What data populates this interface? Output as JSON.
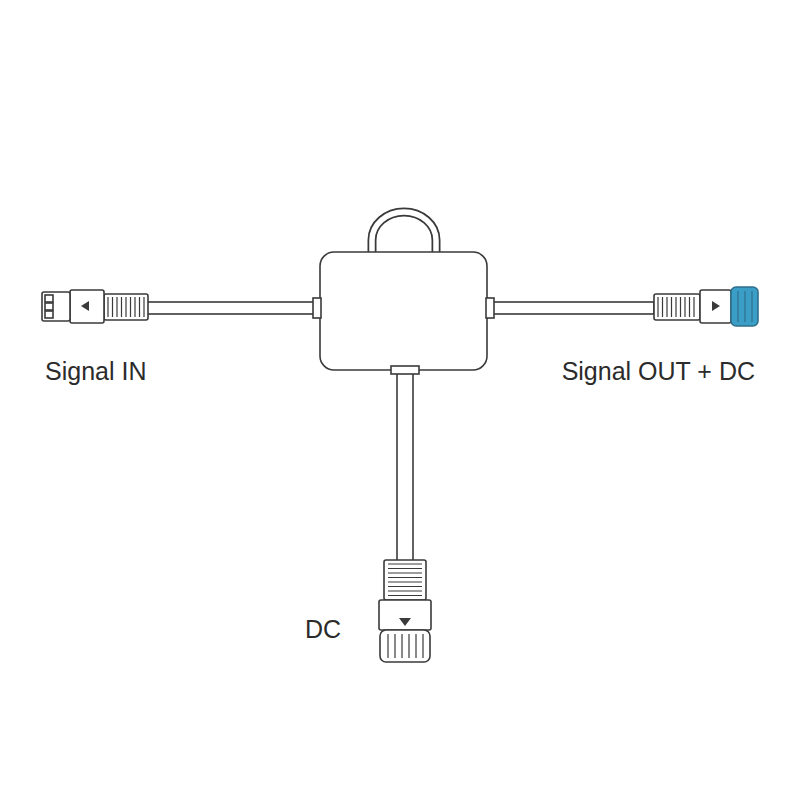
{
  "diagram": {
    "labels": [
      "Signal IN",
      "Signal OUT + DC",
      "DC"
    ]
  }
}
